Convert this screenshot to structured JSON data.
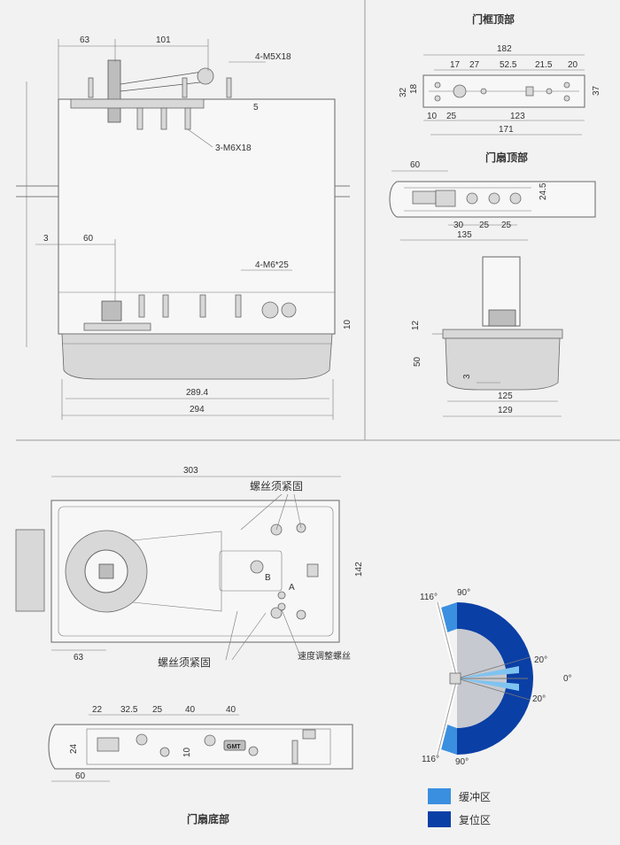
{
  "views": {
    "frame_top_title": "门框顶部",
    "leaf_top_title": "门扇顶部",
    "leaf_bottom_title": "门扇底部"
  },
  "front_view": {
    "dim_63": "63",
    "dim_101": "101",
    "dim_3": "3",
    "dim_60": "60",
    "dim_5": "5",
    "dim_10": "10",
    "dim_289_4": "289.4",
    "dim_294": "294",
    "screw_top_label": "4-M5X18",
    "screw_mid_label": "3-M6X18",
    "screw_bottom_label": "4-M6*25"
  },
  "frame_top": {
    "dim_182": "182",
    "dim_17": "17",
    "dim_27": "27",
    "dim_52_5": "52.5",
    "dim_21_5": "21.5",
    "dim_20": "20",
    "dim_32": "32",
    "dim_18": "18",
    "dim_37": "37",
    "dim_10": "10",
    "dim_25": "25",
    "dim_123": "123",
    "dim_171": "171"
  },
  "leaf_top": {
    "dim_60": "60",
    "dim_24_5": "24.5",
    "dim_30": "30",
    "dim_25a": "25",
    "dim_25b": "25",
    "dim_135": "135"
  },
  "side_view": {
    "dim_12": "12",
    "dim_50": "50",
    "dim_3": "3",
    "dim_125": "125",
    "dim_129": "129"
  },
  "plan_view": {
    "dim_303": "303",
    "dim_142": "142",
    "dim_63": "63",
    "label_screw_tighten_top": "螺丝须紧固",
    "label_screw_tighten_bottom": "螺丝须紧固",
    "label_speed_screw": "速度调整螺丝",
    "label_a": "A",
    "label_b": "B"
  },
  "leaf_bottom": {
    "dim_22": "22",
    "dim_32_5": "32.5",
    "dim_25": "25",
    "dim_40a": "40",
    "dim_40b": "40",
    "dim_24": "24",
    "dim_10": "10",
    "dim_60": "60",
    "badge": "GMT"
  },
  "angle_diagram": {
    "a116_top": "116°",
    "a90_top": "90°",
    "a20_top": "20°",
    "a0": "0°",
    "a20_bottom": "20°",
    "a116_bottom": "116°",
    "a90_bottom": "90°"
  },
  "legend": {
    "buffer_zone": "缓冲区",
    "reset_zone": "复位区",
    "buffer_color": "#3b8fe0",
    "reset_color": "#0a3fa6"
  }
}
